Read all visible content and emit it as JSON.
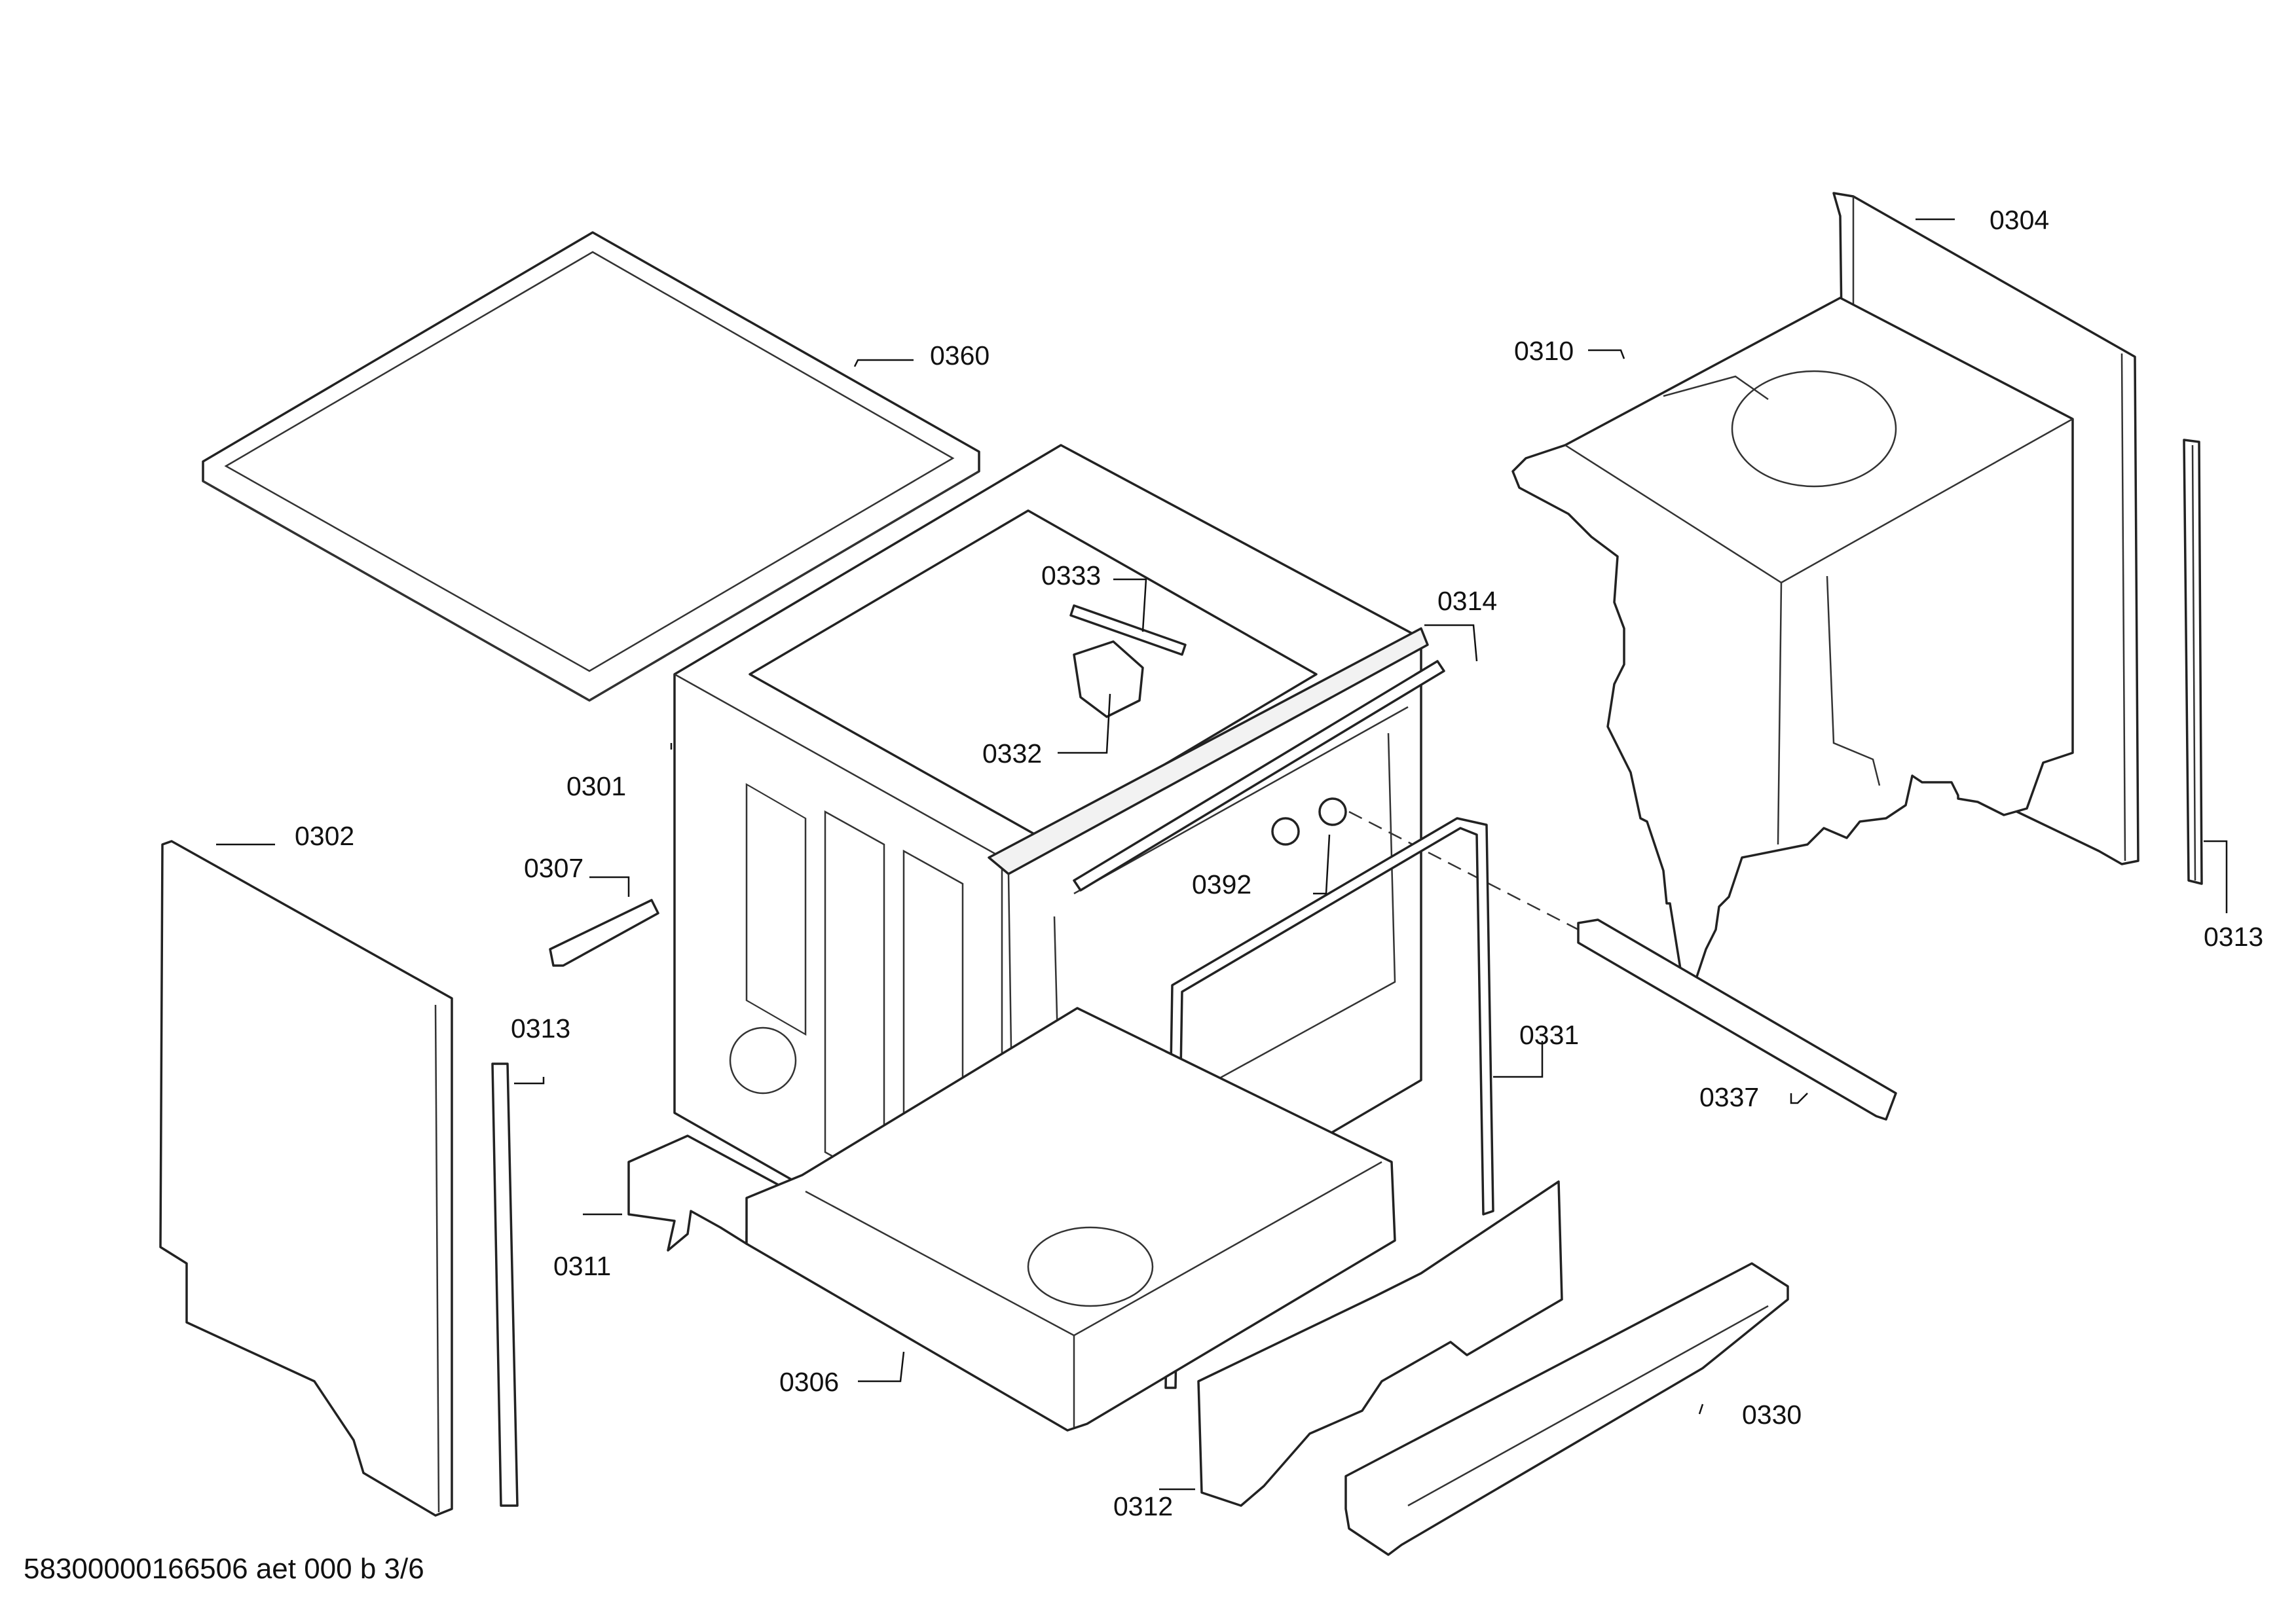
{
  "diagram": {
    "callouts": {
      "c0360": "0360",
      "c0304": "0304",
      "c0310": "0310",
      "c0333": "0333",
      "c0314": "0314",
      "c0332": "0332",
      "c0301": "0301",
      "c0302": "0302",
      "c0307": "0307",
      "c0392": "0392",
      "c0313_right": "0313",
      "c0313_left": "0313",
      "c0331": "0331",
      "c0337": "0337",
      "c0311": "0311",
      "c0306": "0306",
      "c0330": "0330",
      "c0312": "0312"
    },
    "footer_code": "58300000166506 aet 000 b 3/6"
  }
}
